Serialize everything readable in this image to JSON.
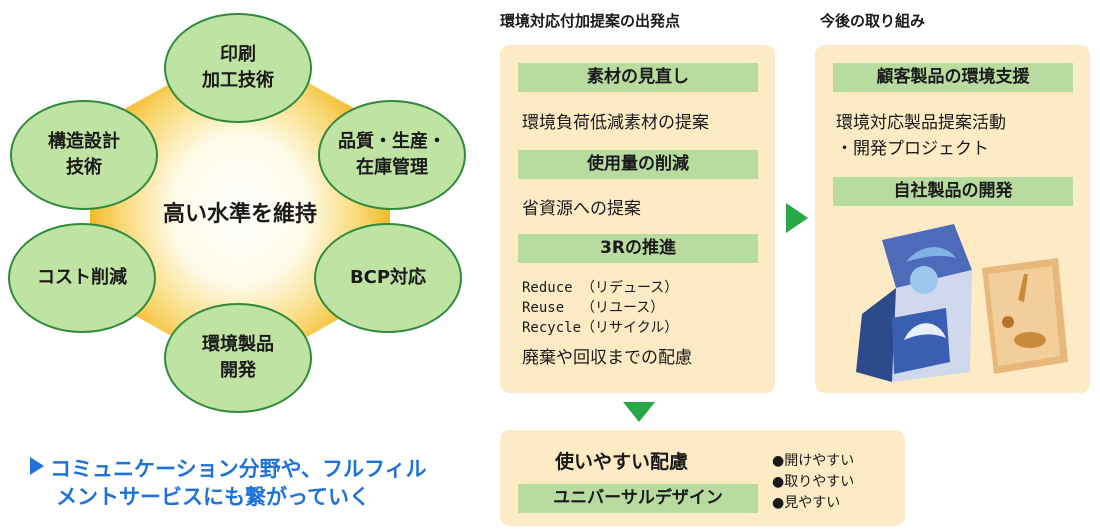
{
  "diagram": {
    "center": "高い水準を維持",
    "nodes": [
      {
        "label": "印刷\n加工技術"
      },
      {
        "label": "品質・生産・\n在庫管理"
      },
      {
        "label": "BCP対応"
      },
      {
        "label": "環境製品\n開発"
      },
      {
        "label": "コスト削減"
      },
      {
        "label": "構造設計\n技術"
      }
    ],
    "colors": {
      "node_fill": "#bfe3a3",
      "node_border": "#2f8a3c",
      "glow": "#f2b92a"
    }
  },
  "callout": {
    "line1": "コミュニケーション分野や、フルフィル",
    "line2": "メントサービスにも繋がっていく",
    "color": "#1d73d9"
  },
  "starting_point": {
    "heading": "環境対応付加提案の出発点",
    "sections": [
      {
        "bar": "素材の見直し",
        "text": "環境負荷低減素材の提案"
      },
      {
        "bar": "使用量の削減",
        "text": "省資源への提案"
      },
      {
        "bar": "3Rの推進",
        "lines": [
          "Reduce （リデュース）",
          "Reuse  （リユース）",
          "Recycle（リサイクル）"
        ],
        "text": "廃棄や回収までの配慮"
      }
    ]
  },
  "future": {
    "heading": "今後の取り組み",
    "bar1": "顧客製品の環境支援",
    "text1": "環境対応製品提案活動",
    "text2": "・開発プロジェクト",
    "bar2": "自社製品の開発"
  },
  "usability": {
    "title": "使いやすい配慮",
    "bar": "ユニバーサルデザイン",
    "bullets": [
      "●開けやすい",
      "●取りやすい",
      "●見やすい"
    ]
  },
  "arrow_color": "#27a745"
}
